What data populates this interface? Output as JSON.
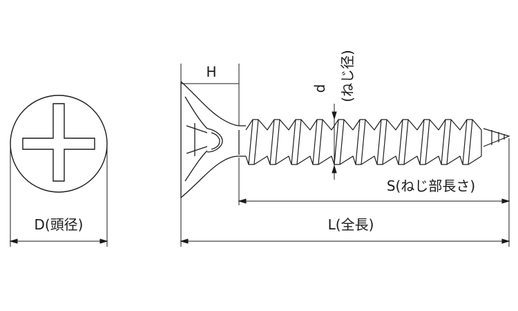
{
  "labels": {
    "head_height": "H",
    "thread_diameter_symbol": "d",
    "thread_diameter_name": "(ねじ径)",
    "thread_length": "S(ねじ部長さ)",
    "total_length": "L(全長)",
    "head_diameter": "D(頭径)"
  },
  "colors": {
    "line": "#1a1a1a",
    "background": "#ffffff"
  }
}
